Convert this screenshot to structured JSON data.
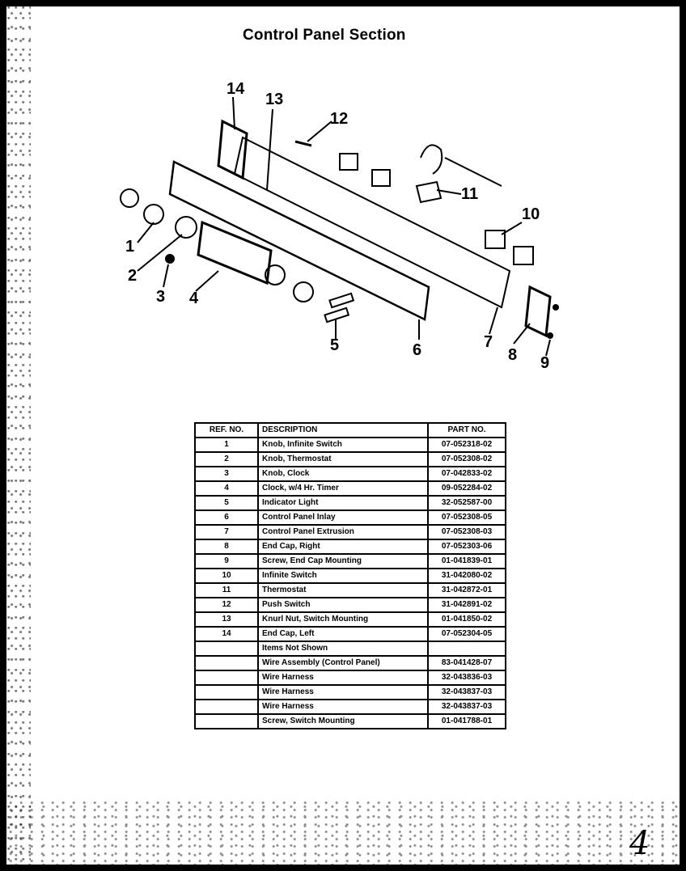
{
  "title": "Control Panel Section",
  "callouts": [
    "1",
    "2",
    "3",
    "4",
    "5",
    "6",
    "7",
    "8",
    "9",
    "10",
    "11",
    "12",
    "13",
    "14"
  ],
  "table": {
    "headers": {
      "ref": "REF. NO.",
      "description": "DESCRIPTION",
      "part": "PART NO."
    },
    "rows": [
      {
        "ref": "1",
        "description": "Knob, Infinite Switch",
        "part": "07-052318-02"
      },
      {
        "ref": "2",
        "description": "Knob, Thermostat",
        "part": "07-052308-02"
      },
      {
        "ref": "3",
        "description": "Knob, Clock",
        "part": "07-042833-02"
      },
      {
        "ref": "4",
        "description": "Clock, w/4 Hr. Timer",
        "part": "09-052284-02"
      },
      {
        "ref": "5",
        "description": "Indicator Light",
        "part": "32-052587-00"
      },
      {
        "ref": "6",
        "description": "Control Panel Inlay",
        "part": "07-052308-05"
      },
      {
        "ref": "7",
        "description": "Control Panel Extrusion",
        "part": "07-052308-03"
      },
      {
        "ref": "8",
        "description": "End Cap, Right",
        "part": "07-052303-06"
      },
      {
        "ref": "9",
        "description": "Screw, End Cap Mounting",
        "part": "01-041839-01"
      },
      {
        "ref": "10",
        "description": "Infinite Switch",
        "part": "31-042080-02"
      },
      {
        "ref": "11",
        "description": "Thermostat",
        "part": "31-042872-01"
      },
      {
        "ref": "12",
        "description": "Push Switch",
        "part": "31-042891-02"
      },
      {
        "ref": "13",
        "description": "Knurl Nut, Switch Mounting",
        "part": "01-041850-02"
      },
      {
        "ref": "14",
        "description": "End Cap, Left",
        "part": "07-052304-05"
      },
      {
        "ref": "",
        "description": "Items Not Shown",
        "part": ""
      },
      {
        "ref": "",
        "description": "Wire Assembly (Control Panel)",
        "part": "83-041428-07"
      },
      {
        "ref": "",
        "description": "Wire Harness",
        "part": "32-043836-03"
      },
      {
        "ref": "",
        "description": "Wire Harness",
        "part": "32-043837-03"
      },
      {
        "ref": "",
        "description": "Wire Harness",
        "part": "32-043837-03"
      },
      {
        "ref": "",
        "description": "Screw, Switch Mounting",
        "part": "01-041788-01"
      }
    ]
  },
  "page_number": "4"
}
